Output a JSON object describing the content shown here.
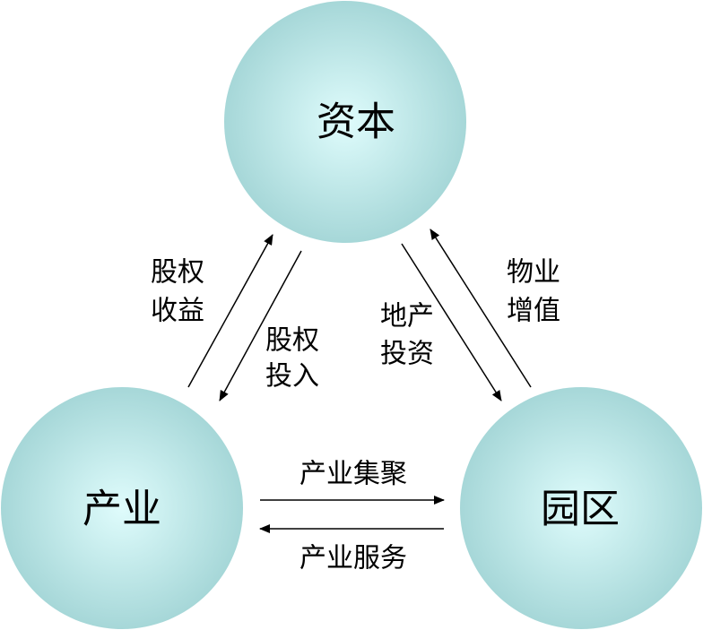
{
  "nodes": {
    "capital": "资本",
    "industry": "产业",
    "park": "园区"
  },
  "edges": {
    "equity_return": [
      "股权",
      "收益"
    ],
    "equity_investment": [
      "股权",
      "投入"
    ],
    "property_investment": [
      "地产",
      "投资"
    ],
    "property_appreciation": [
      "物业",
      "增值"
    ],
    "industry_agglomeration": "产业集聚",
    "industry_service": "产业服务"
  },
  "colors": {
    "node_fill_center": "#dffcfc",
    "node_fill_edge": "#a6d7d8",
    "line": "#000000"
  }
}
